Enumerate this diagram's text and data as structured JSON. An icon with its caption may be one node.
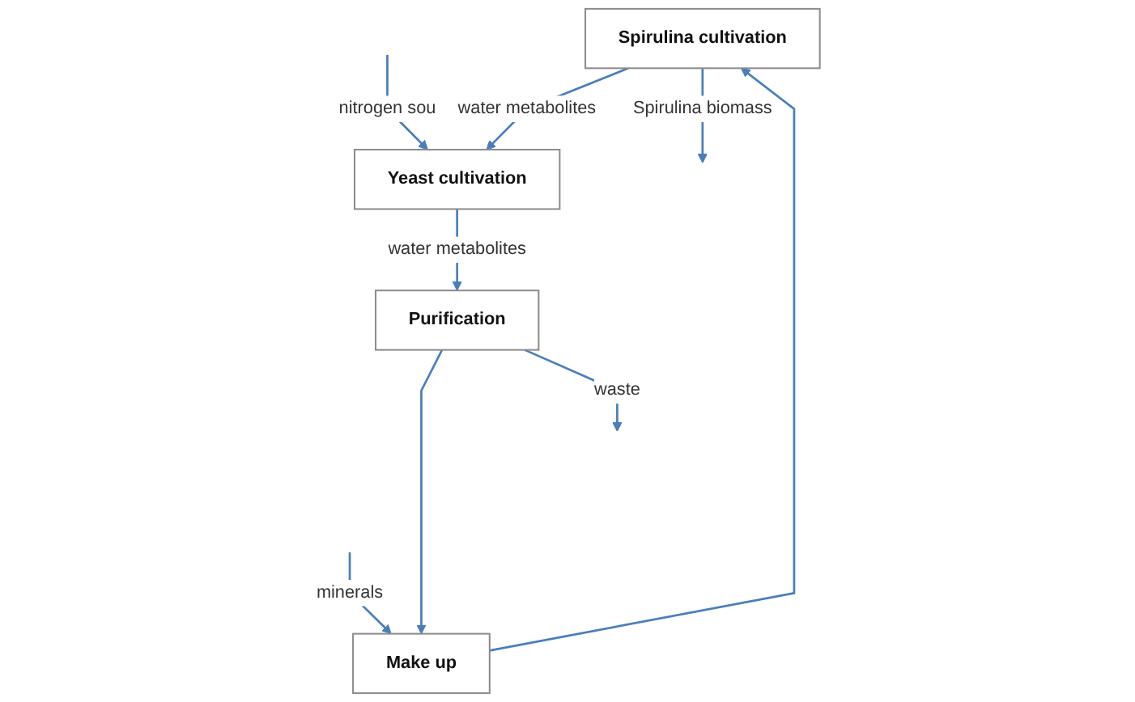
{
  "diagram": {
    "nodes": [
      {
        "text": [
          "Spirulina cultivation"
        ]
      },
      {
        "text": [
          "Yeast cultivation"
        ]
      },
      {
        "text": [
          "Make up"
        ]
      },
      {
        "text": [
          "Purification"
        ]
      }
    ],
    "edges": [
      {
        "from": 0,
        "to": 1,
        "arrow": "to",
        "label": "water metabolites"
      },
      {
        "from": null,
        "to": 1,
        "arrow": "to",
        "label": "nitrogen sou"
      },
      {
        "from": 1,
        "to": 3,
        "arrow": "to",
        "label": "water metabolites"
      },
      {
        "from": 3,
        "to": 2,
        "arrow": "to"
      },
      {
        "from": 2,
        "to": 0,
        "arrow": "to"
      },
      {
        "from": null,
        "to": 2,
        "arrow": "to",
        "label": "minerals"
      },
      {
        "from": 3,
        "to": null,
        "arrow": "to",
        "label": "waste"
      },
      {
        "from": 0,
        "to": null,
        "arrow": "to",
        "label": "Spirulina biomass"
      }
    ]
  }
}
